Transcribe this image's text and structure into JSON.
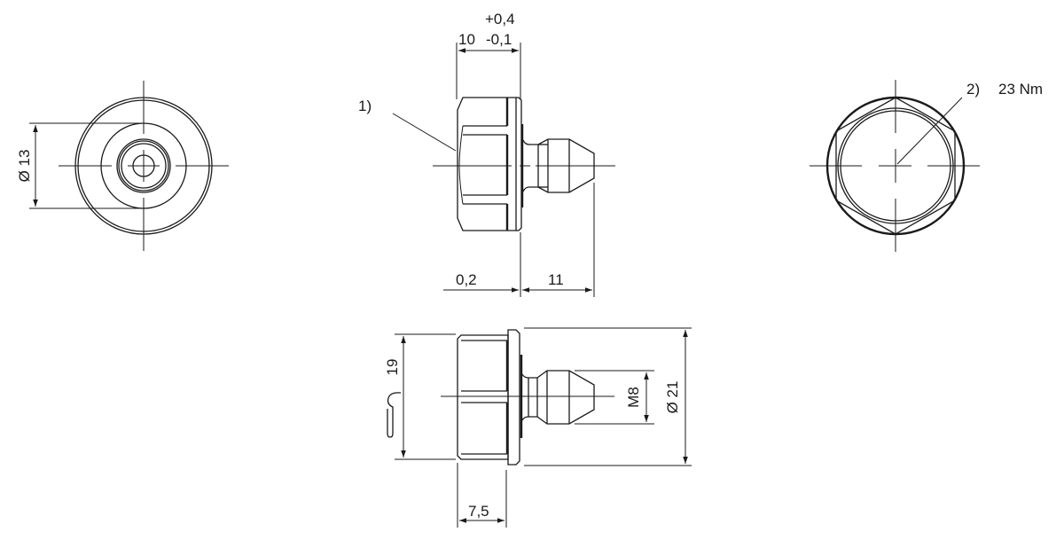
{
  "drawing": {
    "type": "technical-drawing",
    "subject": "sealing plug / nozzle adapter with hex head",
    "line_color": "#1a1a1a",
    "background": "#ffffff"
  },
  "views": {
    "front_left": {
      "dimension_diameter": "Ø 13"
    },
    "side_top": {
      "dimension_length_nominal": "10",
      "dimension_tol_upper": "+0,4",
      "dimension_tol_lower": "-0,1",
      "dimension_gap": "0,2",
      "dimension_spigot": "11",
      "callout_1": "1)"
    },
    "front_right": {
      "callout_2": "2)",
      "torque": "23 Nm"
    },
    "side_bottom": {
      "dimension_across_flats": "19",
      "wrench_symbol": "wrench-icon",
      "dimension_thread": "M8",
      "dimension_flange_diameter": "Ø 21",
      "dimension_hex_length": "7,5"
    }
  }
}
